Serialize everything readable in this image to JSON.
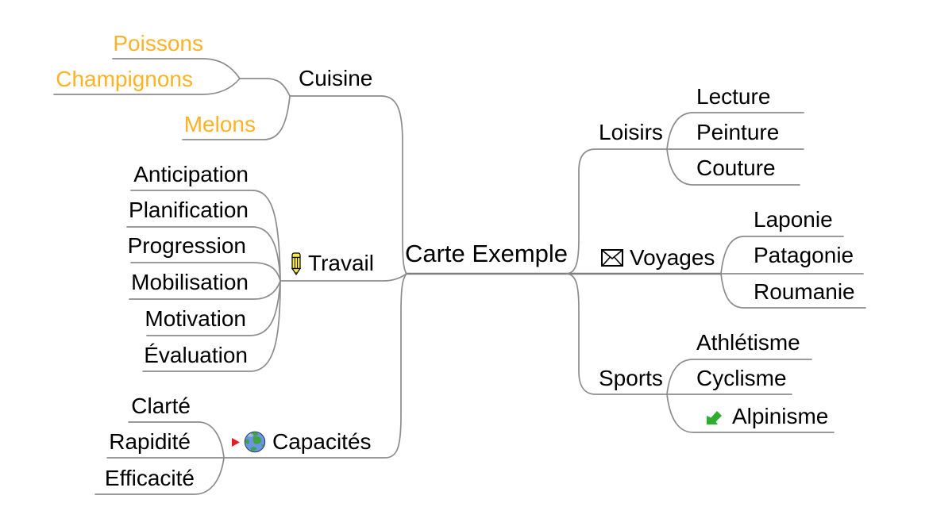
{
  "title": "Carte Exemple",
  "colors": {
    "background": "#FFFFFF",
    "text": "#000000",
    "child-orange": "#FFB226",
    "line": "#8C8C8C",
    "line-main": "#7E7E7E",
    "green-arrow": "#2EAE2E",
    "red-arrow": "#E02020",
    "pencil-yellow": "#FFEB3B",
    "globe-blue": "#6A95E5",
    "globe-green": "#3FA33F"
  },
  "map": {
    "root": {
      "label": "Carte Exemple"
    },
    "left": [
      {
        "label": "Cuisine",
        "children": [
          {
            "label": "Poissons"
          },
          {
            "label": "Champignons"
          },
          {
            "label": "Melons"
          }
        ]
      },
      {
        "label": "Travail",
        "icon": "pencil-icon",
        "children": [
          {
            "label": "Anticipation"
          },
          {
            "label": "Planification"
          },
          {
            "label": "Progression"
          },
          {
            "label": "Mobilisation"
          },
          {
            "label": "Motivation"
          },
          {
            "label": "Évaluation"
          }
        ]
      },
      {
        "label": "Capacités",
        "icons": [
          "red-arrow-icon",
          "globe-icon"
        ],
        "children": [
          {
            "label": "Clarté"
          },
          {
            "label": "Rapidité"
          },
          {
            "label": "Efficacité"
          }
        ]
      }
    ],
    "right": [
      {
        "label": "Loisirs",
        "children": [
          {
            "label": "Lecture"
          },
          {
            "label": "Peinture"
          },
          {
            "label": "Couture"
          }
        ]
      },
      {
        "label": "Voyages",
        "icon": "envelope-icon",
        "children": [
          {
            "label": "Laponie"
          },
          {
            "label": "Patagonie"
          },
          {
            "label": "Roumanie"
          }
        ]
      },
      {
        "label": "Sports",
        "children": [
          {
            "label": "Athlétisme"
          },
          {
            "label": "Cyclisme"
          },
          {
            "label": "Alpinisme",
            "icon": "green-arrow-icon"
          }
        ]
      }
    ]
  }
}
